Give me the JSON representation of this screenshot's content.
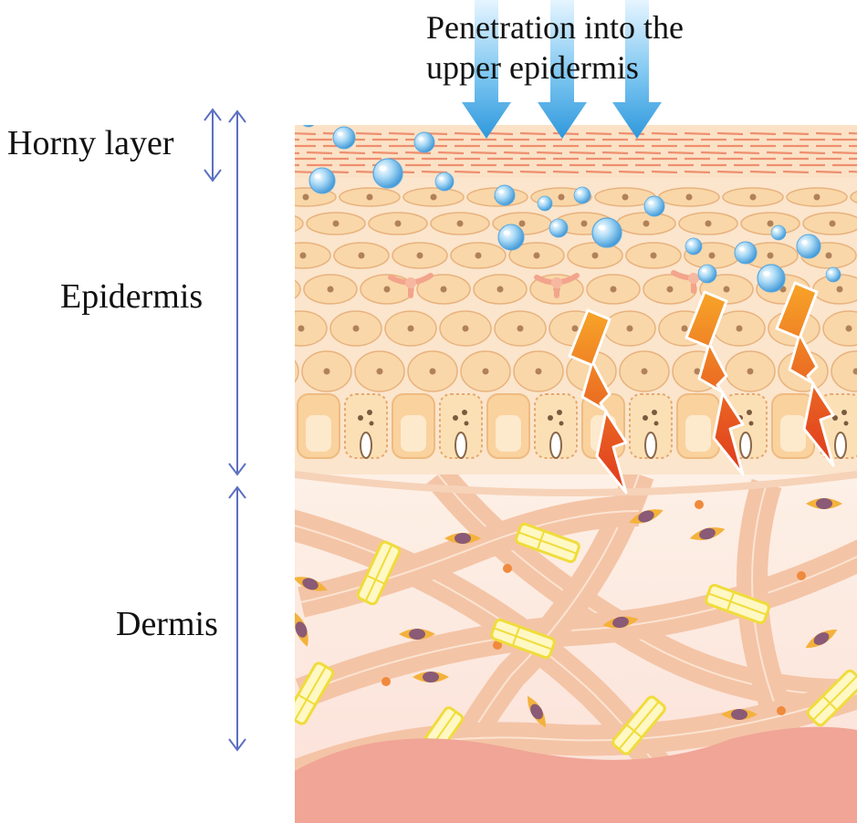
{
  "labels": {
    "top": "Penetration into the upper epidermis",
    "horny_layer": "Horny layer",
    "epidermis": "Epidermis",
    "dermis": "Dermis"
  },
  "colors": {
    "arrow_blue": "#4aa9e4",
    "bracket_line": "#5b6fc2",
    "horny_stripes": "#f09a7a",
    "epidermis_bg": "#fbe3c8",
    "cell_fill": "#f9d7a8",
    "cell_outline": "#e9b884",
    "nucleus": "#b1815a",
    "dermis_bg": "#fbe6de",
    "fiber": "#f4c4a6",
    "collagen_bundle": "#fff7b8",
    "fibroblast": "#8a5a76",
    "lightning_orange": "#f08a1c",
    "lightning_red": "#d9261c",
    "bottom_tissue": "#f1a89a"
  },
  "icons": [
    "penetration-arrow-icon",
    "water-droplet-icon",
    "lightning-icon",
    "fibroblast-icon",
    "collagen-bundle-icon"
  ]
}
